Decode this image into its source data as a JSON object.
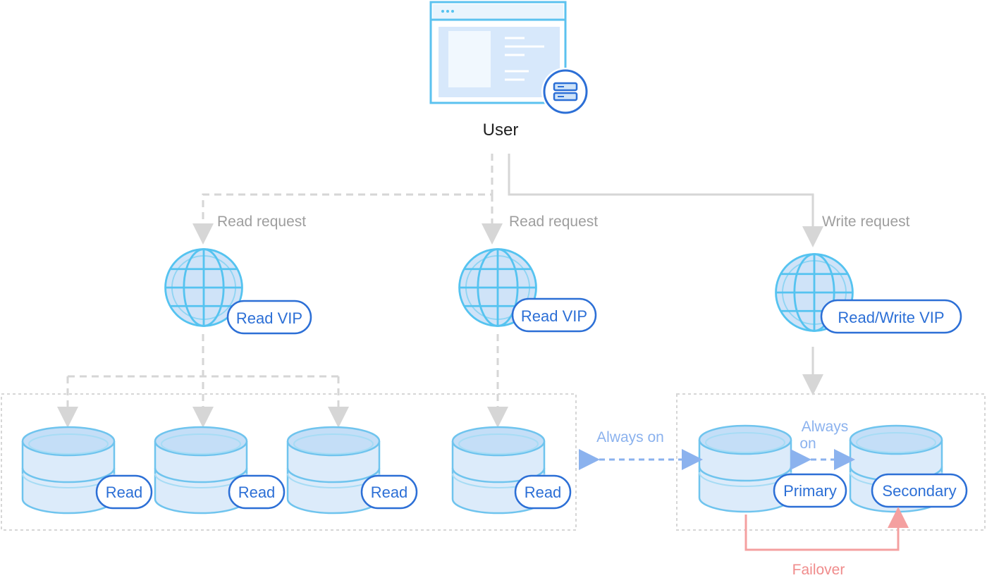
{
  "user": {
    "label": "User"
  },
  "requests": {
    "read_left": "Read request",
    "read_mid": "Read request",
    "write": "Write request"
  },
  "vips": {
    "left": "Read VIP",
    "mid": "Read VIP",
    "right": "Read/Write VIP"
  },
  "read_replicas": [
    "Read",
    "Read",
    "Read",
    "Read"
  ],
  "primary": "Primary",
  "secondary": "Secondary",
  "always_on_left": "Always on",
  "always_on_right": [
    "Always",
    "on"
  ],
  "failover": "Failover",
  "colors": {
    "accent_blue": "#2c6fd6",
    "cylinder_fill": "#cfe3f8",
    "globe_stroke": "#55c3f0",
    "connector_gray": "#d6d6d6",
    "request_text": "#9e9e9e",
    "always_on": "#8bb2ee",
    "failover": "#f08c8c"
  },
  "icons": [
    "browser-window-icon",
    "server-icon",
    "globe-icon",
    "database-icon"
  ]
}
